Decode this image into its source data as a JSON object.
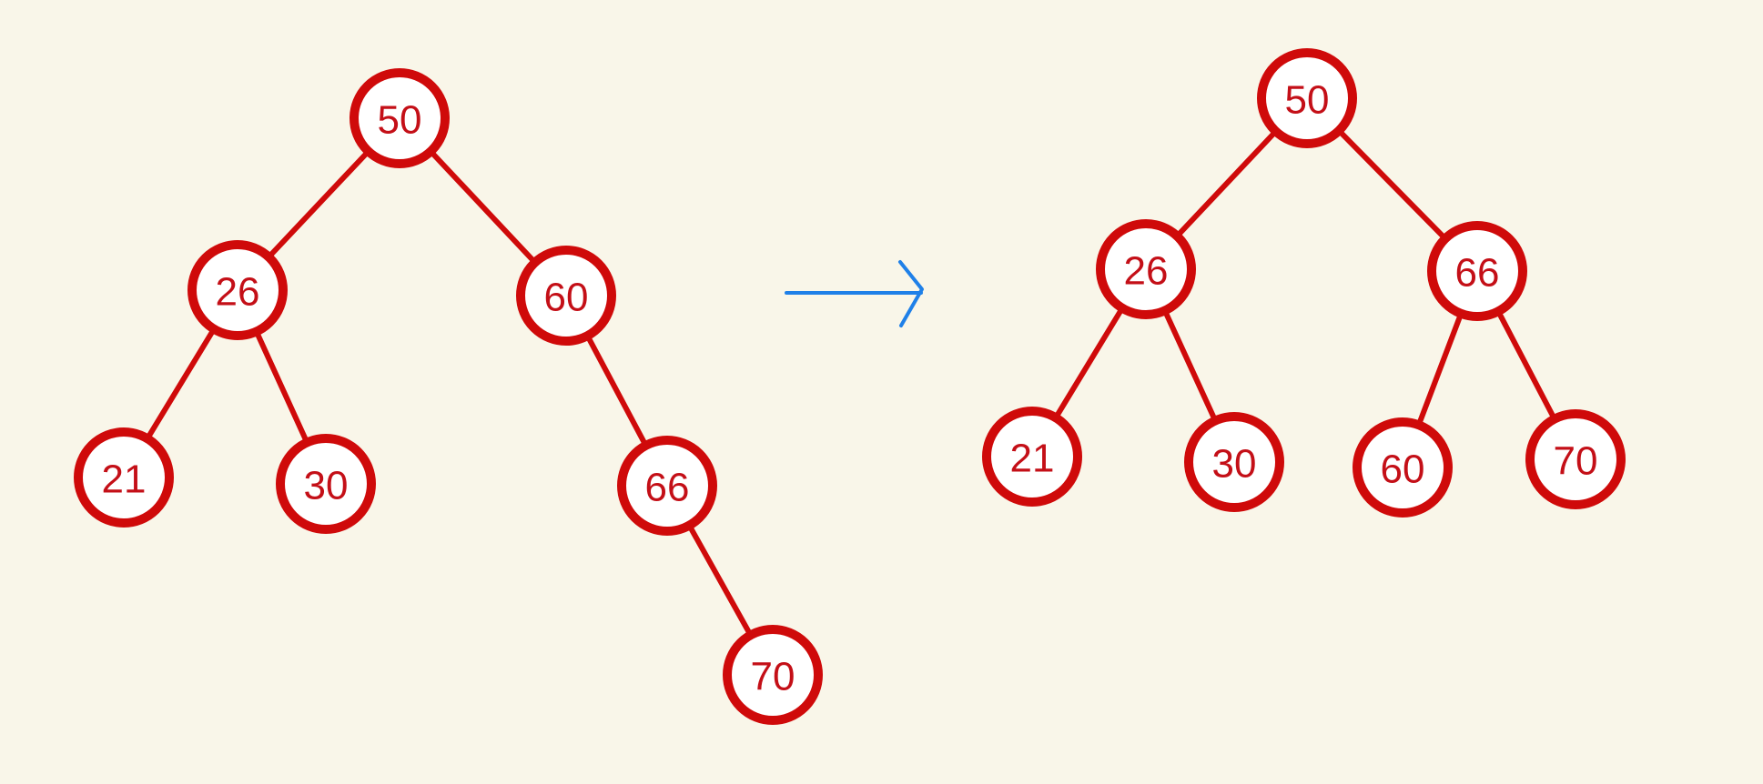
{
  "colors": {
    "background": "#f9f6e9",
    "node_stroke": "#cf0a0a",
    "node_fill": "#ffffff",
    "label": "#c40f17",
    "arrow": "#1f80e8"
  },
  "before_tree": {
    "nodes": [
      {
        "id": "50",
        "label": "50"
      },
      {
        "id": "26",
        "label": "26"
      },
      {
        "id": "60",
        "label": "60"
      },
      {
        "id": "21",
        "label": "21"
      },
      {
        "id": "30",
        "label": "30"
      },
      {
        "id": "66",
        "label": "66"
      },
      {
        "id": "70",
        "label": "70"
      }
    ],
    "edges": [
      [
        "50",
        "26"
      ],
      [
        "50",
        "60"
      ],
      [
        "26",
        "21"
      ],
      [
        "26",
        "30"
      ],
      [
        "60",
        "66"
      ],
      [
        "66",
        "70"
      ]
    ]
  },
  "transition_arrow": {
    "icon": "right-arrow-icon"
  },
  "after_tree": {
    "nodes": [
      {
        "id": "50",
        "label": "50"
      },
      {
        "id": "26",
        "label": "26"
      },
      {
        "id": "66",
        "label": "66"
      },
      {
        "id": "21",
        "label": "21"
      },
      {
        "id": "30",
        "label": "30"
      },
      {
        "id": "60",
        "label": "60"
      },
      {
        "id": "70",
        "label": "70"
      }
    ],
    "edges": [
      [
        "50",
        "26"
      ],
      [
        "50",
        "66"
      ],
      [
        "26",
        "21"
      ],
      [
        "26",
        "30"
      ],
      [
        "66",
        "60"
      ],
      [
        "66",
        "70"
      ]
    ]
  }
}
